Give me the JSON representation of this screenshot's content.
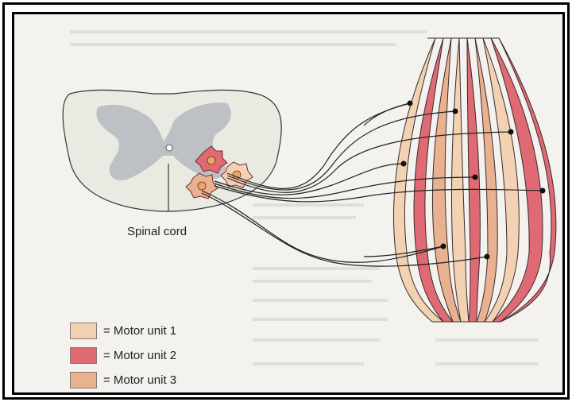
{
  "diagram": {
    "spinal_cord_label": "Spinal cord",
    "legend": [
      {
        "label": "= Motor unit 1",
        "color": "#f2d2b3"
      },
      {
        "label": "= Motor unit 2",
        "color": "#df6a73"
      },
      {
        "label": "= Motor unit 3",
        "color": "#e9b190"
      }
    ]
  }
}
